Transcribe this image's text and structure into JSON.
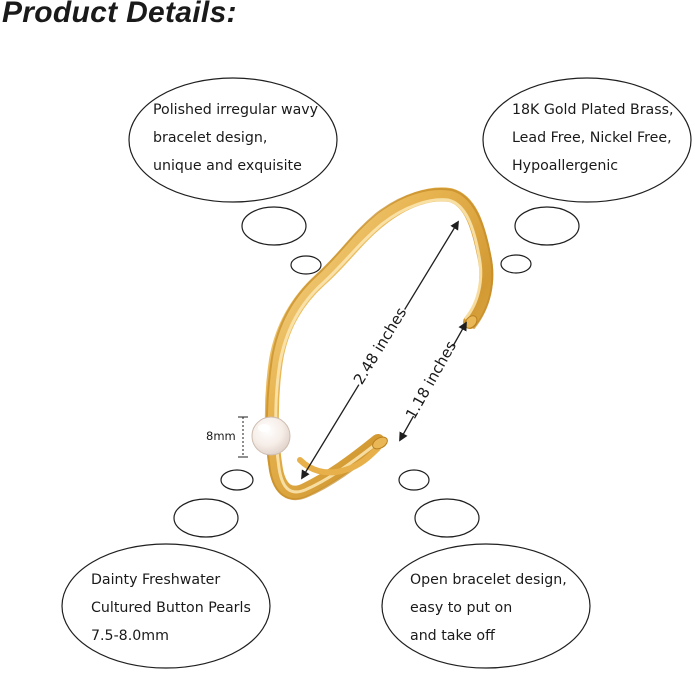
{
  "page": {
    "title": "Product Details:"
  },
  "bubbles": {
    "top_left": {
      "lines": [
        "Polished irregular wavy",
        "bracelet design,",
        "unique and exquisite"
      ]
    },
    "top_right": {
      "lines": [
        "18K Gold Plated Brass,",
        "Lead Free, Nickel Free,",
        "Hypoallergenic"
      ]
    },
    "bottom_left": {
      "lines": [
        "Dainty Freshwater",
        "Cultured Button Pearls",
        "7.5-8.0mm"
      ]
    },
    "bottom_right": {
      "lines": [
        "Open bracelet design,",
        "easy to put on",
        "and take off"
      ]
    }
  },
  "dimensions": {
    "length_label": "2.48 inches",
    "opening_label": "1.18 inches",
    "pearl_label": "8mm"
  },
  "colors": {
    "gold_light": "#f6d58a",
    "gold_mid": "#e2ad45",
    "gold_dark": "#b9801f",
    "pearl": "#f7efe9",
    "outline": "#1f1f1f"
  }
}
